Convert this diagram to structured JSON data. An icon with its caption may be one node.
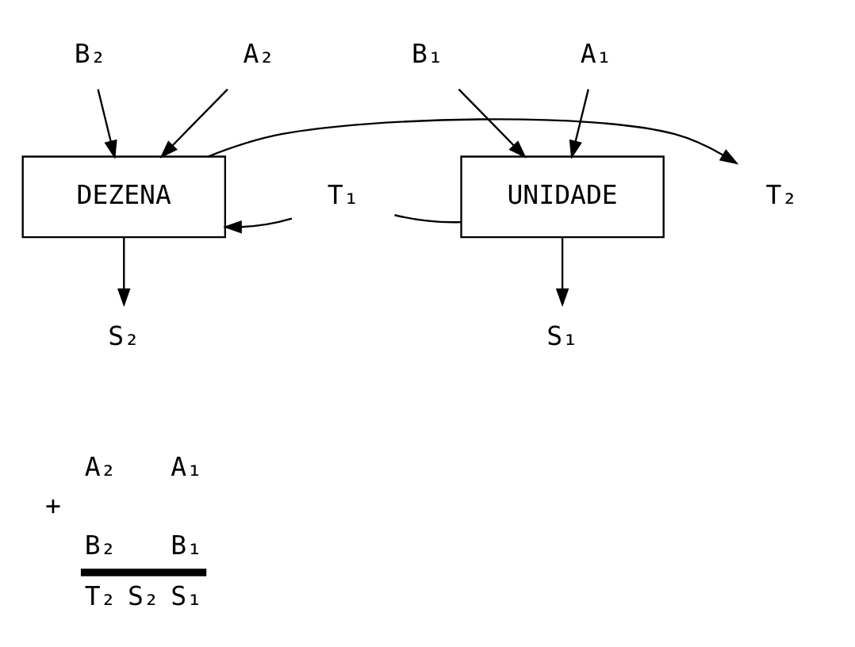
{
  "diagram": {
    "nodes": [
      {
        "text": [
          "B₂"
        ]
      },
      {
        "text": [
          "A₂"
        ]
      },
      {
        "text": [
          "DEZENA"
        ]
      },
      {
        "text": [
          "T₂"
        ]
      },
      {
        "text": [
          "S₂"
        ]
      },
      {
        "text": [
          "T₁"
        ]
      },
      {
        "text": [
          "B₁"
        ]
      },
      {
        "text": [
          "A₁"
        ]
      },
      {
        "text": [
          "UNIDADE"
        ]
      },
      {
        "text": [
          "S₁"
        ]
      }
    ],
    "edges": [
      {
        "from": 0,
        "to": 2,
        "arrow": "to"
      },
      {
        "from": 1,
        "to": 2,
        "arrow": "to"
      },
      {
        "from": 2,
        "to": 3,
        "arrow": "to"
      },
      {
        "from": 2,
        "to": 4,
        "arrow": "to"
      },
      {
        "from": 5,
        "to": 2,
        "arrow": "to"
      },
      {
        "from": 8,
        "to": 5,
        "arrow": "none"
      },
      {
        "from": 6,
        "to": 8,
        "arrow": "to"
      },
      {
        "from": 7,
        "to": 8,
        "arrow": "to"
      },
      {
        "from": 8,
        "to": 9,
        "arrow": "to"
      }
    ],
    "labels": [
      "A₂",
      "A₁",
      "+",
      "B₂",
      "B₁",
      "T₂",
      "S₂",
      "S₁"
    ]
  }
}
